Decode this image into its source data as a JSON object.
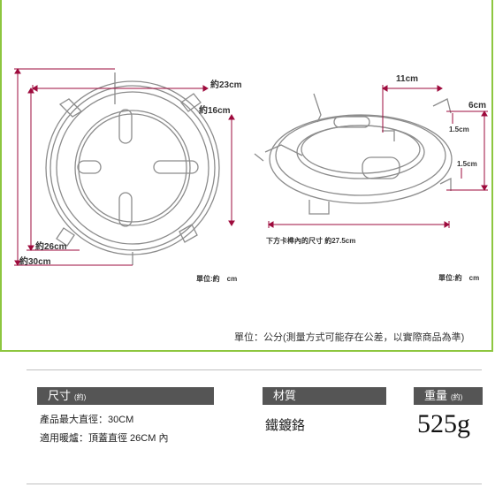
{
  "diagram": {
    "left_labels": {
      "d23": "約23cm",
      "d16": "約16cm",
      "d26": "約26cm",
      "d30": "約30cm",
      "unit": "單位:約　cm"
    },
    "right_labels": {
      "w11": "11cm",
      "h6": "6cm",
      "s15a": "1.5cm",
      "s15b": "1.5cm",
      "bottom": "下方卡榫內的尺寸 約27.5cm",
      "unit": "單位:約　cm"
    },
    "unit_note": "單位：公分(測量方式可能存在公差，以實際商品為準)",
    "colors": {
      "dimension": "#9e0b3d",
      "wire": "#8c8c8c",
      "border": "#8dc63f"
    }
  },
  "specs": {
    "size": {
      "title": "尺寸",
      "title_sub": "(約)",
      "line1": "產品最大直徑：30CM",
      "line2": "適用暖爐：頂蓋直徑 26CM 內"
    },
    "material": {
      "title": "材質",
      "value": "鐵鍍鉻"
    },
    "weight": {
      "title": "重量",
      "title_sub": "(約)",
      "value": "525g"
    }
  }
}
